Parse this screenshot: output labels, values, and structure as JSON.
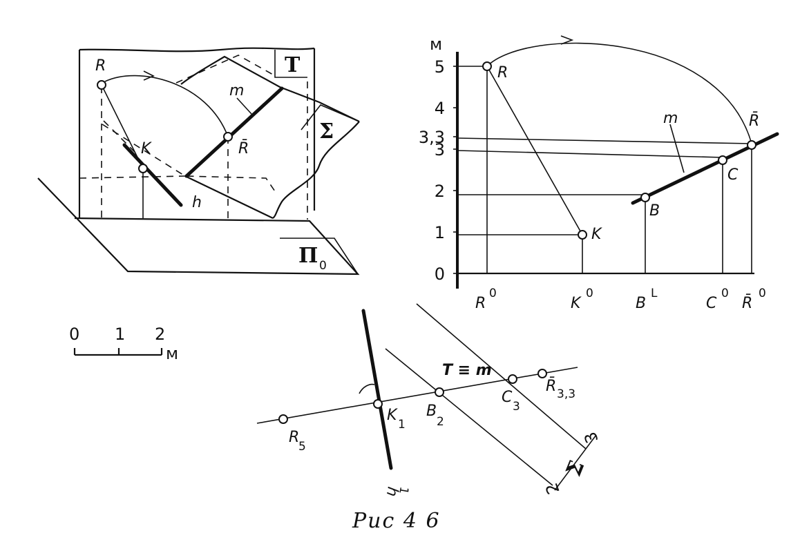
{
  "caption": "Рис  4 6",
  "axonometric": {
    "plane_T_label": "T",
    "plane_sigma_label": "Σ",
    "plane_pi_label": "Π",
    "plane_pi_sub": "0",
    "point_R": "R",
    "point_K": "K",
    "point_R_rotated": "R̄",
    "line_m": "m",
    "line_h": "h"
  },
  "profile": {
    "axis_unit": "м",
    "y_ticks": [
      {
        "label": "0",
        "value": 0
      },
      {
        "label": "1",
        "value": 1
      },
      {
        "label": "2",
        "value": 2
      },
      {
        "label": "3",
        "value": 3
      },
      {
        "label": "3,3",
        "value": 3.3
      },
      {
        "label": "4",
        "value": 4
      },
      {
        "label": "5",
        "value": 5
      }
    ],
    "point_R": "R",
    "point_K": "K",
    "point_B": "B",
    "point_C": "C",
    "point_R_rotated": "R̄",
    "line_m": "m",
    "base_R": "R",
    "base_K": "K",
    "base_B": "B",
    "base_C": "C",
    "base_R_rotated": "R̄",
    "sup_0": "0",
    "sup_B": "L"
  },
  "scale_bar": {
    "ticks": [
      "0",
      "1",
      "2"
    ],
    "unit": "м"
  },
  "plan": {
    "trace_label": "T ≡ m",
    "point_K": "K",
    "sub_K": "1",
    "point_B": "B",
    "sub_B": "2",
    "point_C": "C",
    "sub_C": "3",
    "point_R3": "R̄",
    "sub_R3": "3,3",
    "point_R5": "R",
    "sub_R5": "5",
    "line_h": "h",
    "sub_h": "1",
    "sigma_label": "Σ",
    "contour_2": "2",
    "contour_3": "3"
  }
}
